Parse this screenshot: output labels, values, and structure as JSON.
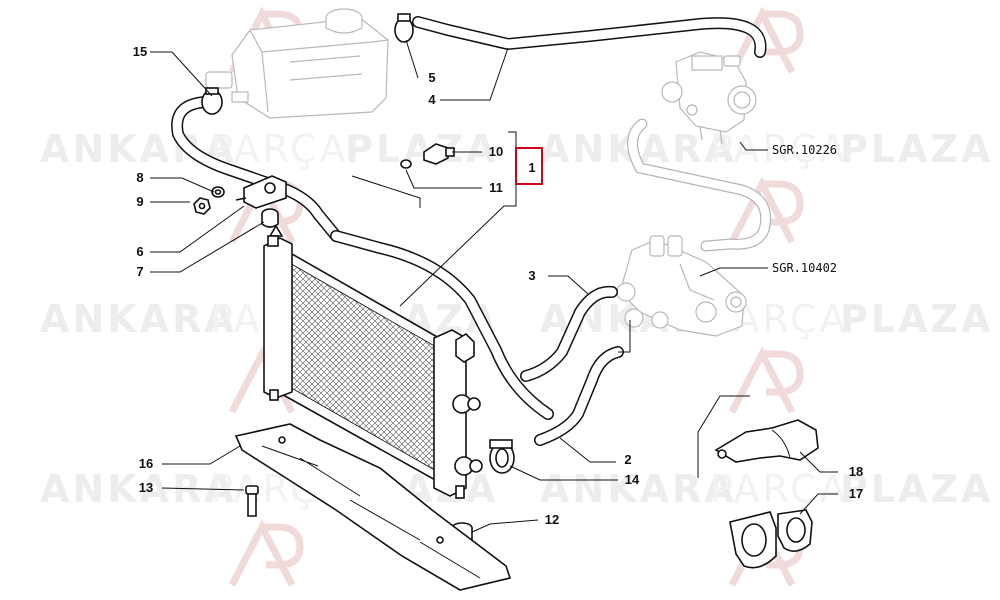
{
  "watermark": {
    "bold_left": "ANKARA",
    "light": "PARÇA",
    "bold_right": "PLAZA",
    "logo_mark": "AP",
    "color": "#e9e9e9"
  },
  "callouts": {
    "c1": "1",
    "c2": "2",
    "c3": "3",
    "c4": "4",
    "c5": "5",
    "c6": "6",
    "c7": "7",
    "c8": "8",
    "c9": "9",
    "c10": "10",
    "c11": "11",
    "c12": "12",
    "c13": "13",
    "c14": "14",
    "c15": "15",
    "c16": "16",
    "c17": "17",
    "c18": "18"
  },
  "references": {
    "sgr1": "SGR.10226",
    "sgr2": "SGR.10402"
  },
  "highlight": {
    "callout": "1",
    "color": "#d0021b"
  }
}
